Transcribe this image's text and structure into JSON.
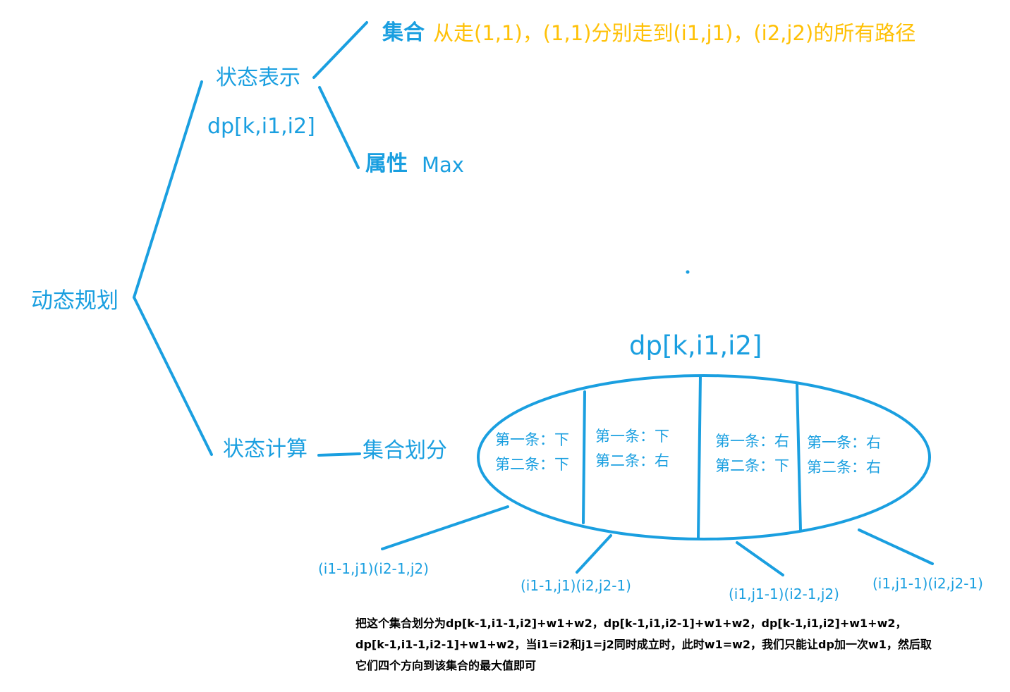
{
  "root": "动态规划",
  "state_repr": {
    "label": "状态表示",
    "expr": "dp[k,i1,i2]",
    "set_label": "集合",
    "set_desc": "从走(1,1)，(1,1)分别走到(i1,j1)，(i2,j2)的所有路径",
    "attr_label": "属性",
    "attr_value": "Max"
  },
  "state_calc": {
    "label": "状态计算",
    "partition_label": "集合划分",
    "ellipse_title": "dp[k,i1,i2]",
    "cells": [
      {
        "first": "第一条：下",
        "second": "第二条：下",
        "prev": "(i1-1,j1)(i2-1,j2)"
      },
      {
        "first": "第一条：下",
        "second": "第二条：右",
        "prev": "(i1-1,j1)(i2,j2-1)"
      },
      {
        "first": "第一条：右",
        "second": "第二条：下",
        "prev": "(i1,j1-1)(i2-1,j2)"
      },
      {
        "first": "第一条：右",
        "second": "第二条：右",
        "prev": "(i1,j1-1)(i2,j2-1)"
      }
    ]
  },
  "note": [
    "把这个集合划分为dp[k-1,i1-1,i2]+w1+w2，dp[k-1,i1,i2-1]+w1+w2，dp[k-1,i1,i2]+w1+w2，",
    "dp[k-1,i1-1,i2-1]+w1+w2，当i1=i2和j1=j2同时成立时，此时w1=w2，我们只能让dp加一次w1，然后取",
    "它们四个方向到该集合的最大值即可"
  ],
  "colors": {
    "line": "#1a9fe0",
    "highlight": "#ffc107",
    "note": "#000000"
  }
}
